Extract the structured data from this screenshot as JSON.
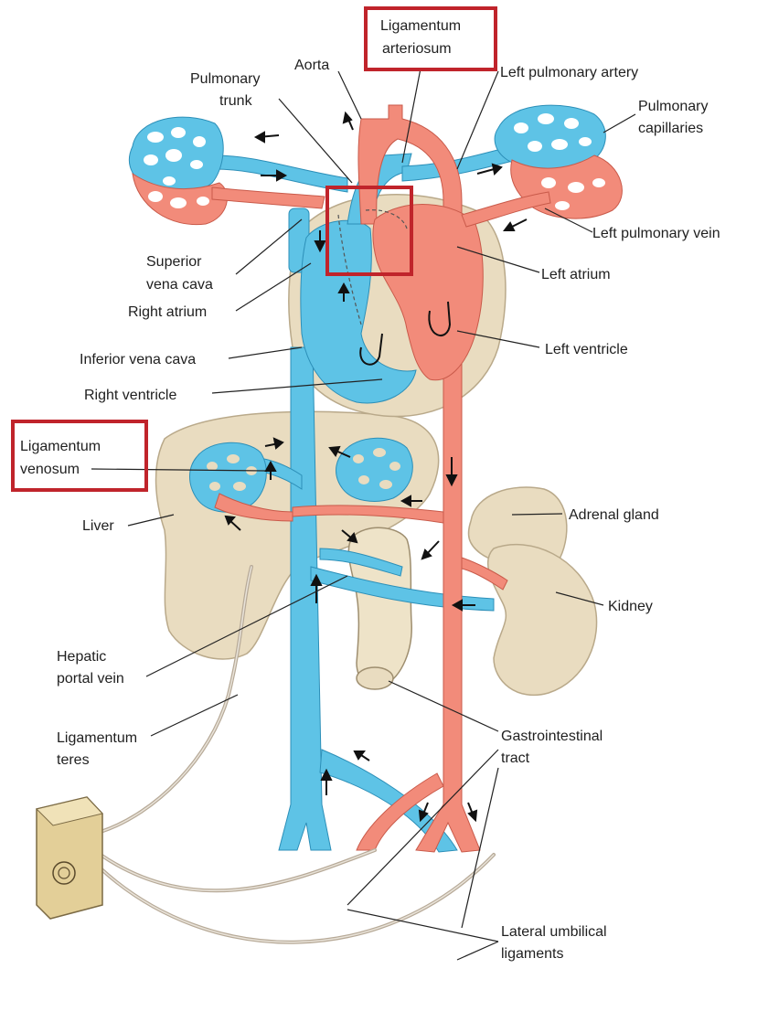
{
  "labels": {
    "ligamentum_arteriosum_1": "Ligamentum",
    "ligamentum_arteriosum_2": "arteriosum",
    "aorta": "Aorta",
    "pulmonary_trunk_1": "Pulmonary",
    "pulmonary_trunk_2": "trunk",
    "left_pulmonary_artery": "Left pulmonary artery",
    "pulmonary_capillaries_1": "Pulmonary",
    "pulmonary_capillaries_2": "capillaries",
    "left_pulmonary_vein": "Left pulmonary vein",
    "superior_vena_cava_1": "Superior",
    "superior_vena_cava_2": "vena cava",
    "right_atrium": "Right atrium",
    "left_atrium": "Left atrium",
    "inferior_vena_cava": "Inferior vena cava",
    "left_ventricle": "Left ventricle",
    "right_ventricle": "Right ventricle",
    "ligamentum_venosum_1": "Ligamentum",
    "ligamentum_venosum_2": "venosum",
    "adrenal_gland": "Adrenal gland",
    "liver": "Liver",
    "kidney": "Kidney",
    "hepatic_portal_vein_1": "Hepatic",
    "hepatic_portal_vein_2": "portal vein",
    "gastrointestinal_tract_1": "Gastrointestinal",
    "gastrointestinal_tract_2": "tract",
    "ligamentum_teres_1": "Ligamentum",
    "ligamentum_teres_2": "teres",
    "lateral_umbilical_1": "Lateral umbilical",
    "lateral_umbilical_2": "ligaments"
  },
  "colors": {
    "venous_blue": "#5ec3e6",
    "arterial_red": "#f28b7a",
    "organ_tan": "#e9dcc0",
    "highlight_box": "#c0242b",
    "ligament": "#b7aa98"
  }
}
